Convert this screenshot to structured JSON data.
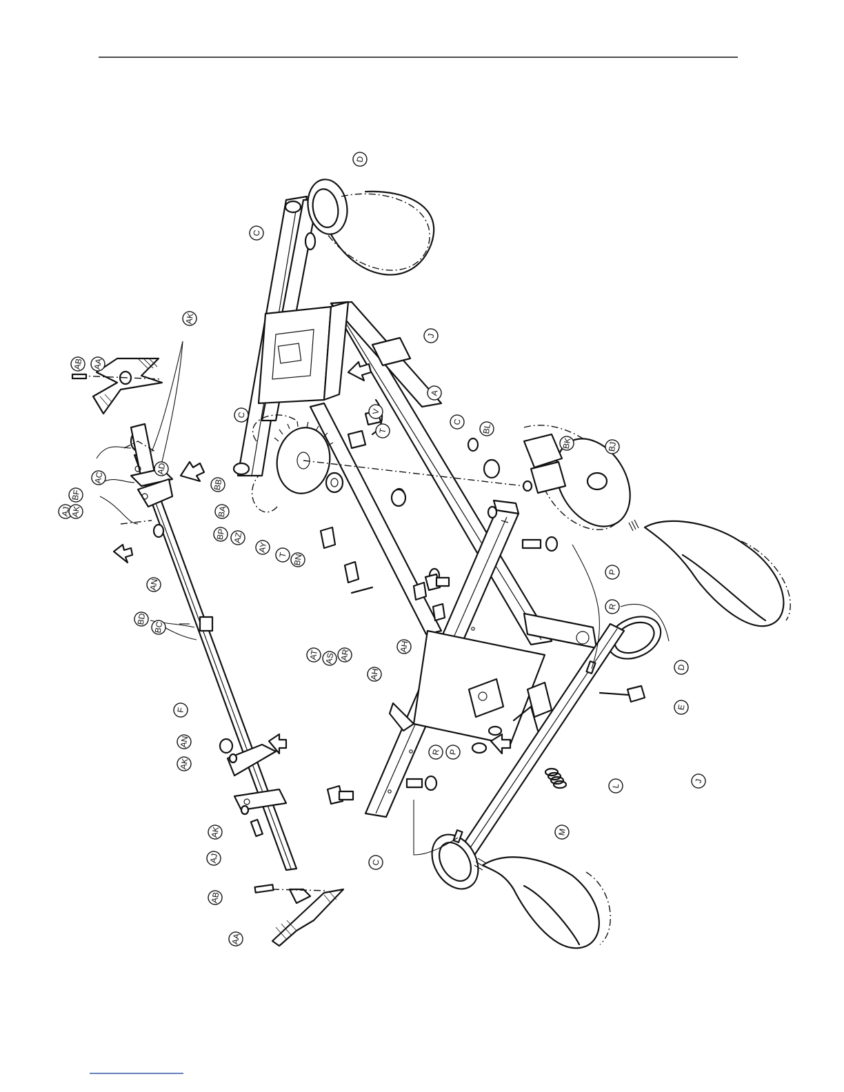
{
  "callouts": [
    {
      "id": "D-top",
      "label": "D"
    },
    {
      "id": "C-top",
      "label": "C"
    },
    {
      "id": "J-top",
      "label": "J"
    },
    {
      "id": "A",
      "label": "A"
    },
    {
      "id": "C-mid",
      "label": "C"
    },
    {
      "id": "BL",
      "label": "BL"
    },
    {
      "id": "BK",
      "label": "BK"
    },
    {
      "id": "BJ",
      "label": "BJ"
    },
    {
      "id": "V",
      "label": "V"
    },
    {
      "id": "T-top",
      "label": "T"
    },
    {
      "id": "C-left",
      "label": "C"
    },
    {
      "id": "BB",
      "label": "BB"
    },
    {
      "id": "BA",
      "label": "BA"
    },
    {
      "id": "BP",
      "label": "BP"
    },
    {
      "id": "AZ",
      "label": "AZ"
    },
    {
      "id": "AY",
      "label": "AY"
    },
    {
      "id": "T-mid",
      "label": "T"
    },
    {
      "id": "BN",
      "label": "BN"
    },
    {
      "id": "R-top",
      "label": "R"
    },
    {
      "id": "P-top",
      "label": "P"
    },
    {
      "id": "AT",
      "label": "AT"
    },
    {
      "id": "AS",
      "label": "AS"
    },
    {
      "id": "AR",
      "label": "AR"
    },
    {
      "id": "AH-1",
      "label": "AH"
    },
    {
      "id": "AH-2",
      "label": "AH"
    },
    {
      "id": "D-mid",
      "label": "D"
    },
    {
      "id": "E",
      "label": "E"
    },
    {
      "id": "J-mid",
      "label": "J"
    },
    {
      "id": "L",
      "label": "L"
    },
    {
      "id": "M",
      "label": "M"
    },
    {
      "id": "R-bot",
      "label": "R"
    },
    {
      "id": "P-bot",
      "label": "P"
    },
    {
      "id": "C-bot",
      "label": "C"
    },
    {
      "id": "AK-top",
      "label": "AK"
    },
    {
      "id": "AB-top",
      "label": "AB"
    },
    {
      "id": "AA-top",
      "label": "AA"
    },
    {
      "id": "AD",
      "label": "AD"
    },
    {
      "id": "AC",
      "label": "AC"
    },
    {
      "id": "BF",
      "label": "BF"
    },
    {
      "id": "AJ-top",
      "label": "AJ"
    },
    {
      "id": "AK-mid",
      "label": "AK"
    },
    {
      "id": "AN-top",
      "label": "AN"
    },
    {
      "id": "BD",
      "label": "BD"
    },
    {
      "id": "BC",
      "label": "BC"
    },
    {
      "id": "F",
      "label": "F"
    },
    {
      "id": "AN-bot",
      "label": "AN"
    },
    {
      "id": "AK-bot1",
      "label": "AK"
    },
    {
      "id": "AK-bot2",
      "label": "AK"
    },
    {
      "id": "AJ-bot",
      "label": "AJ"
    },
    {
      "id": "AB-bot",
      "label": "AB"
    },
    {
      "id": "AA-bot",
      "label": "AA"
    }
  ],
  "colors": {
    "ink": "#111111",
    "paper": "#ffffff",
    "link": "#3355aa"
  }
}
